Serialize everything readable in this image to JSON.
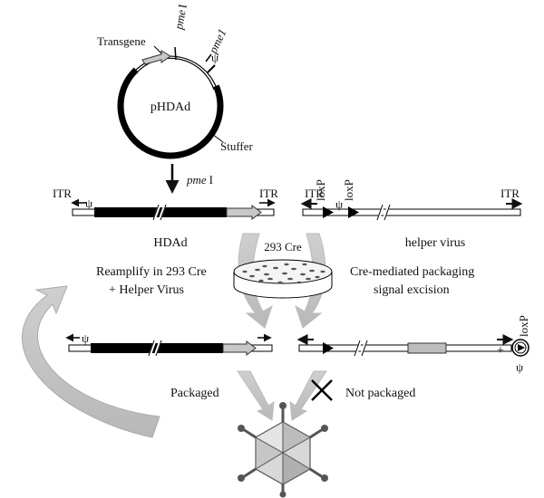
{
  "plasmid": {
    "name": "pHDAd",
    "transgene_label": "Transgene",
    "pme_top_left": "pme",
    "pme_top_left_suffix": "I",
    "pme_top_right": "pme1",
    "psi": "ψ",
    "stuffer_label": "Stuffer"
  },
  "digest": {
    "enzyme_italic": "pme",
    "enzyme_suffix": "I"
  },
  "hdad": {
    "label": "HDAd",
    "itr_left": "ITR",
    "itr_right": "ITR",
    "psi": "ψ"
  },
  "helper": {
    "label": "helper virus",
    "itr_left": "ITR",
    "itr_right": "ITR",
    "psi": "ψ",
    "loxp_1": "loxP",
    "loxp_2": "loxP"
  },
  "cells": {
    "label": "293 Cre"
  },
  "reamplify": {
    "line1": "Reamplify in 293 Cre",
    "line2": "+ Helper Virus"
  },
  "excision": {
    "line1": "Cre-mediated packaging",
    "line2": "signal excision"
  },
  "products": {
    "psi_left": "ψ",
    "plus": "+",
    "circle_loxp": "loxP",
    "circle_psi": "ψ"
  },
  "outcome": {
    "packaged": "Packaged",
    "not_packaged": "Not packaged"
  }
}
